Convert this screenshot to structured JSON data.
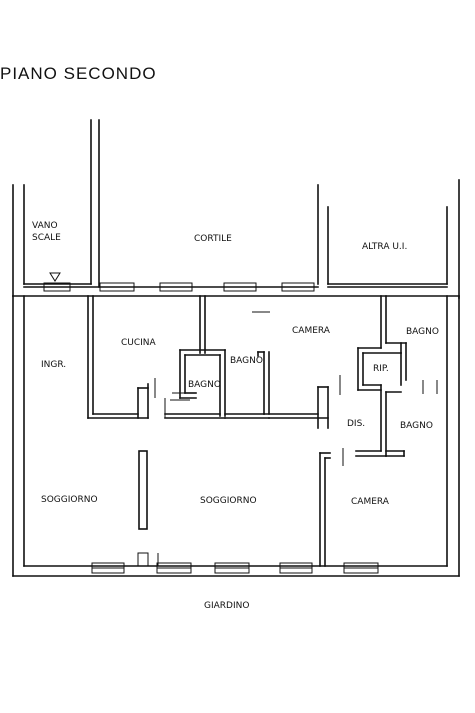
{
  "title": "PIANO SECONDO",
  "rooms": {
    "vano_scale_line1": "VANO",
    "vano_scale_line2": "SCALE",
    "cortile": "CORTILE",
    "altra_ui": "ALTRA U.I.",
    "ingr": "INGR.",
    "cucina": "CUCINA",
    "bagno_small": "BAGNO",
    "bagno_mid": "BAGNO",
    "camera_top": "CAMERA",
    "bagno_top_right": "BAGNO",
    "rip": "RIP.",
    "dis": "DIS.",
    "bagno_right": "BAGNO",
    "soggiorno_left": "SOGGIORNO",
    "soggiorno_center": "SOGGIORNO",
    "camera_bottom": "CAMERA",
    "giardino": "GIARDINO"
  },
  "colors": {
    "line": "#111111",
    "background": "#ffffff"
  }
}
